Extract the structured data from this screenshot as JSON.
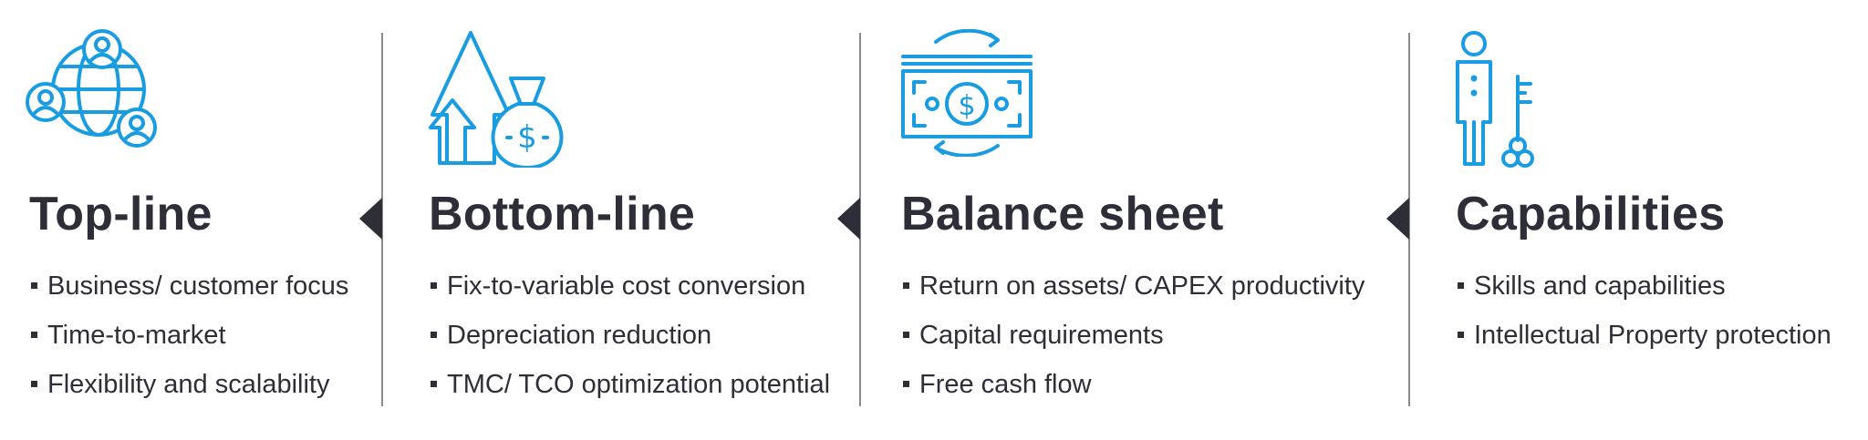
{
  "columns": [
    {
      "title": "Top-line",
      "icon": "globe-people-icon",
      "bullets": [
        "Business/ customer focus",
        "Time-to-market",
        "Flexibility and scalability"
      ]
    },
    {
      "title": "Bottom-line",
      "icon": "arrows-money-bag-icon",
      "bullets": [
        "Fix-to-variable cost conversion",
        "Depreciation reduction",
        "TMC/ TCO optimization potential"
      ]
    },
    {
      "title": "Balance sheet",
      "icon": "banknote-cycle-icon",
      "bullets": [
        "Return on assets/ CAPEX productivity",
        "Capital requirements",
        "Free cash flow"
      ]
    },
    {
      "title": "Capabilities",
      "icon": "person-key-icon",
      "bullets": [
        "Skills and capabilities",
        "Intellectual Property protection"
      ]
    }
  ],
  "colors": {
    "icon": "#1a9ce0",
    "text": "#2e2e38",
    "divider": "#8a8a8a"
  }
}
